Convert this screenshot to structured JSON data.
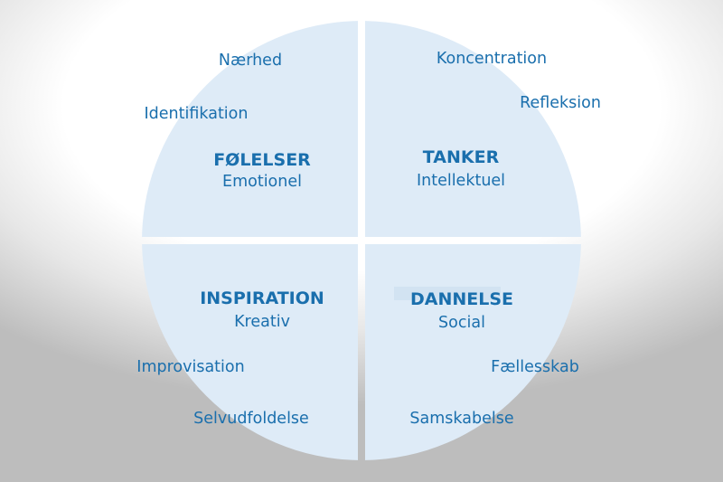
{
  "quadrants": {
    "top_left": {
      "title": "FØLELSER",
      "subtitle": "Emotionel",
      "keywords": [
        "Nærhed",
        "Identifikation"
      ]
    },
    "top_right": {
      "title": "TANKER",
      "subtitle": "Intellektuel",
      "keywords": [
        "Koncentration",
        "Refleksion"
      ]
    },
    "bottom_left": {
      "title": "INSPIRATION",
      "subtitle": "Kreativ",
      "keywords": [
        "Improvisation",
        "Selvudfoldelse"
      ]
    },
    "bottom_right": {
      "title": "DANNELSE",
      "subtitle": "Social",
      "keywords": [
        "Fællesskab",
        "Samskabelse"
      ]
    }
  },
  "colors": {
    "quadrant_fill": "#deebf7",
    "text": "#1a6fad"
  }
}
